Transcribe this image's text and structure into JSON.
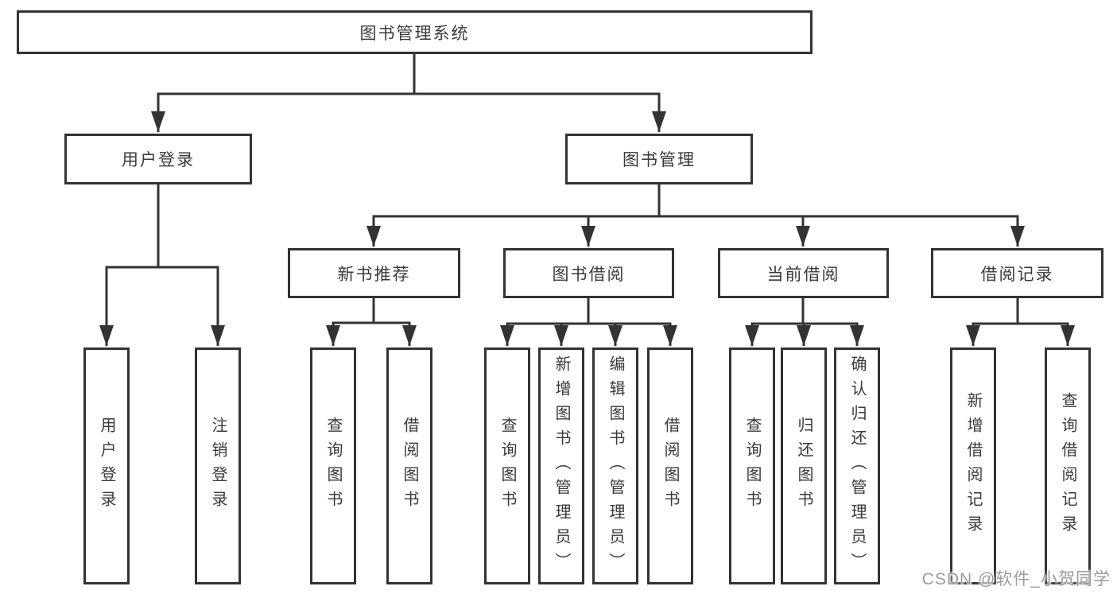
{
  "diagram": {
    "root": "图书管理系统",
    "level2": [
      "用户登录",
      "图书管理"
    ],
    "level3": [
      "新书推荐",
      "图书借阅",
      "当前借阅",
      "借阅记录"
    ],
    "leaves": {
      "user_login": [
        "用户登录",
        "注销登录"
      ],
      "new_books": [
        "查询图书",
        "借阅图书"
      ],
      "book_borrow": [
        "查询图书",
        "新增图书（管理员）",
        "编辑图书（管理员）",
        "借阅图书"
      ],
      "current_borrow": [
        "查询图书",
        "归还图书",
        "确认归还（管理员）"
      ],
      "borrow_records": [
        "新增借阅记录",
        "查询借阅记录"
      ]
    }
  },
  "watermark": "CSDN @软件_小贺同学",
  "colors": {
    "line": "#333333",
    "box_border": "#333333",
    "text": "#3a3a3a",
    "watermark": "#9c9c9c",
    "background": "#ffffff"
  }
}
